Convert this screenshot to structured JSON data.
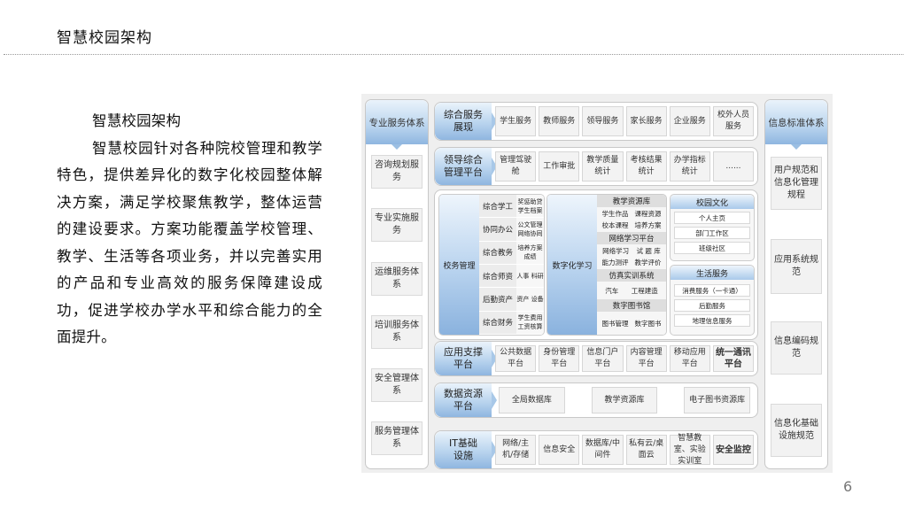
{
  "page": {
    "title": "智慧校园架构",
    "page_number": "6"
  },
  "body_text": {
    "heading": "智慧校园架构",
    "paragraph": "智慧校园针对各种院校管理和教学特色，提供差异化的数字化校园整体解决方案，满足学校聚焦教学，整体运营的建设要求。方案功能覆盖学校管理、教学、生活等各项业务，并以完善实用的产品和专业高效的服务保障建设成功，促进学校办学水平和综合能力的全面提升。"
  },
  "diagram": {
    "left_column": {
      "title": "专业服务体系",
      "items": [
        "咨询规划服务",
        "专业实施服务",
        "运维服务体系",
        "培训服务体系",
        "安全管理体系",
        "服务管理体系"
      ]
    },
    "right_column": {
      "title": "信息标准体系",
      "items": [
        "用户规范和信息化管理规程",
        "应用系统规范",
        "信息编码规范",
        "信息化基础设施规范"
      ]
    },
    "rows": {
      "service_display": {
        "label": "综合服务展现",
        "cells": [
          "学生服务",
          "教师服务",
          "领导服务",
          "家长服务",
          "企业服务",
          "校外人员服务"
        ]
      },
      "leadership": {
        "label": "领导综合管理平台",
        "cells": [
          "管理驾驶舱",
          "工作审批",
          "教学质量统计",
          "考核结果统计",
          "办学指标统计",
          "......"
        ]
      },
      "app_support": {
        "label": "应用支撑平台",
        "cells": [
          "公共数据平台",
          "身份管理平台",
          "信息门户平台",
          "内容管理平台",
          "移动应用平台",
          "统一通讯平台"
        ]
      },
      "data_resource": {
        "label": "数据资源平台",
        "cells": [
          "全局数据库",
          "教学资源库",
          "电子图书资源库"
        ]
      },
      "it_infra": {
        "label": "IT基础设施",
        "cells": [
          "网络/主机/存储",
          "信息安全",
          "数据库/中间件",
          "私有云/桌面云",
          "智慧教室、实验实训室",
          "安全监控"
        ]
      }
    },
    "school_affairs": {
      "label": "校务管理",
      "items": [
        {
          "name": "综合学工",
          "detail": "奖惩助贷 学生档案"
        },
        {
          "name": "协同办公",
          "detail": "公文管理 网络协同"
        },
        {
          "name": "综合教务",
          "detail": "培养方案 成绩"
        },
        {
          "name": "综合师资",
          "detail": "人事 科研"
        },
        {
          "name": "后勤资产",
          "detail": "资产 设备"
        },
        {
          "name": "综合财务",
          "detail": "学生费用 工资核算"
        }
      ]
    },
    "digital_learning": {
      "label": "数字化学习",
      "groups": [
        {
          "title": "教学资源库",
          "items": [
            "学生作品",
            "课程资源",
            "校本课程",
            "培养方案"
          ]
        },
        {
          "title": "网络学习平台",
          "items": [
            "网络学习",
            "试 题 库",
            "能力测评",
            "教学评价"
          ]
        },
        {
          "title": "仿真实训系统",
          "items": [
            "汽车",
            "工程建造"
          ]
        },
        {
          "title": "数字图书馆",
          "items": [
            "图书管理",
            "数字图书"
          ]
        }
      ]
    },
    "campus_culture": {
      "title": "校园文化",
      "items": [
        "个人主页",
        "部门工作区",
        "班级社区"
      ]
    },
    "life_services": {
      "title": "生活服务",
      "items": [
        "消费服务（一卡通）",
        "后勤服务",
        "地理信息服务"
      ]
    }
  }
}
